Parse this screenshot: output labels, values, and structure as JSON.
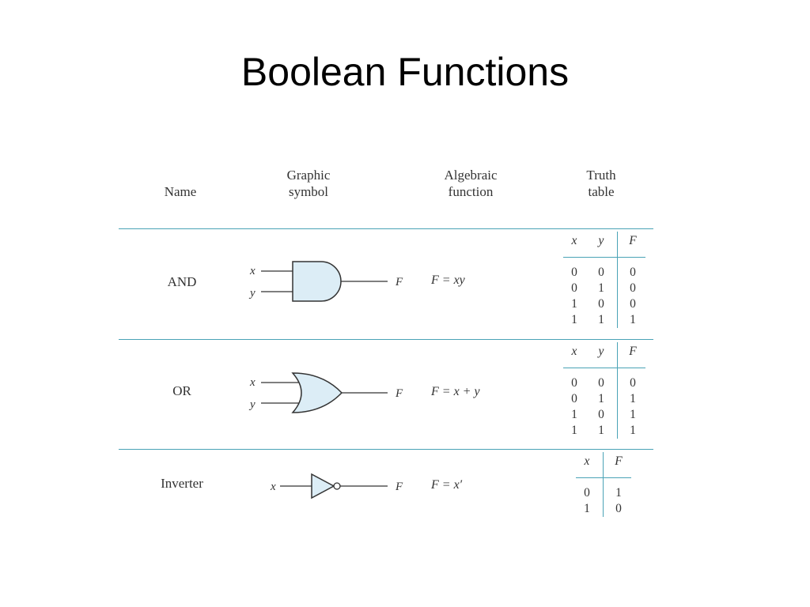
{
  "title": "Boolean Functions",
  "header": {
    "name": "Name",
    "graphic": [
      "Graphic",
      "symbol"
    ],
    "algebraic": [
      "Algebraic",
      "function"
    ],
    "truth": [
      "Truth",
      "table"
    ]
  },
  "gates": [
    {
      "name": "AND",
      "inputs": [
        "x",
        "y"
      ],
      "output": "F",
      "function": "F = xy",
      "truth_table": {
        "columns": [
          "x",
          "y",
          "F"
        ],
        "rows": [
          [
            "0",
            "0",
            "0"
          ],
          [
            "0",
            "1",
            "0"
          ],
          [
            "1",
            "0",
            "0"
          ],
          [
            "1",
            "1",
            "1"
          ]
        ]
      }
    },
    {
      "name": "OR",
      "inputs": [
        "x",
        "y"
      ],
      "output": "F",
      "function": "F = x + y",
      "truth_table": {
        "columns": [
          "x",
          "y",
          "F"
        ],
        "rows": [
          [
            "0",
            "0",
            "0"
          ],
          [
            "0",
            "1",
            "1"
          ],
          [
            "1",
            "0",
            "1"
          ],
          [
            "1",
            "1",
            "1"
          ]
        ]
      }
    },
    {
      "name": "Inverter",
      "inputs": [
        "x"
      ],
      "output": "F",
      "function": "F = x′",
      "truth_table": {
        "columns": [
          "x",
          "F"
        ],
        "rows": [
          [
            "0",
            "1"
          ],
          [
            "1",
            "0"
          ]
        ]
      }
    }
  ],
  "colors": {
    "rule": "#4aa3b6",
    "gate_fill": "#dcedf6",
    "text": "#333333"
  }
}
